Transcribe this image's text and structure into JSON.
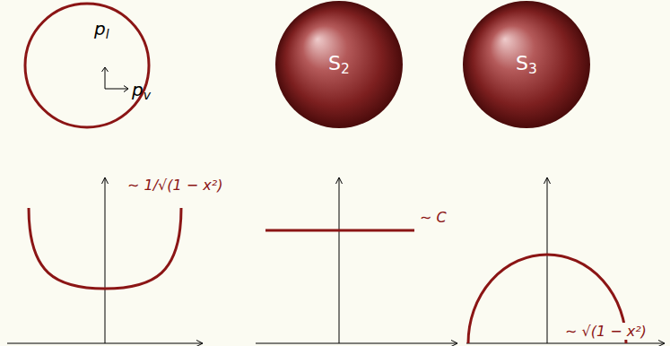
{
  "diagram": {
    "nodes": [
      {
        "text": [
          "pl",
          "pv"
        ]
      },
      {
        "text": [
          "S2"
        ]
      },
      {
        "text": [
          "S3"
        ]
      }
    ],
    "labels": [
      "∼ 1/√(1 − x²)",
      "∼ C",
      "∼ √(1 − x²)"
    ]
  }
}
